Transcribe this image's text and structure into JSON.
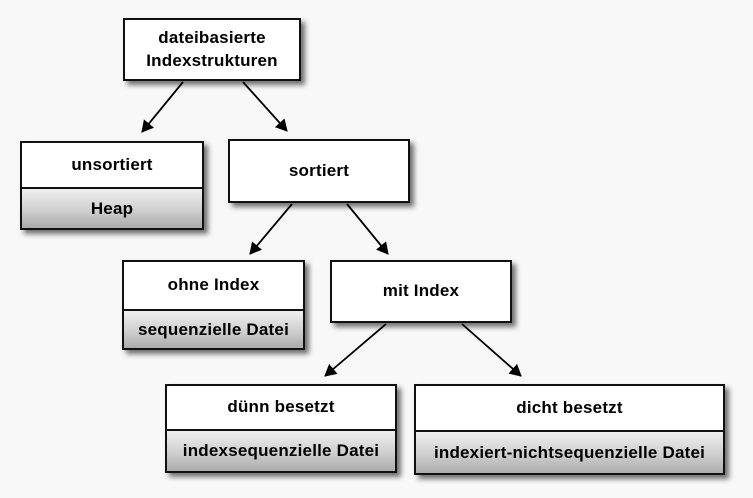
{
  "diagram": {
    "title": "dateibasierte Indexstrukturen (Baumdiagramm)",
    "nodes": {
      "root": {
        "title": "dateibasierte Indexstrukturen"
      },
      "unsorted": {
        "title": "unsortiert",
        "subtitle": "Heap"
      },
      "sorted": {
        "title": "sortiert"
      },
      "no_index": {
        "title": "ohne Index",
        "subtitle": "sequenzielle Datei"
      },
      "with_index": {
        "title": "mit Index"
      },
      "sparse": {
        "title": "dünn besetzt",
        "subtitle": "indexsequenzielle Datei"
      },
      "dense": {
        "title": "dicht besetzt",
        "subtitle": "indexiert-nichtsequenzielle Datei"
      }
    },
    "edges": [
      {
        "from": "root",
        "to": "unsorted"
      },
      {
        "from": "root",
        "to": "sorted"
      },
      {
        "from": "sorted",
        "to": "no_index"
      },
      {
        "from": "sorted",
        "to": "with_index"
      },
      {
        "from": "with_index",
        "to": "sparse"
      },
      {
        "from": "with_index",
        "to": "dense"
      }
    ],
    "colors": {
      "background": "#f8f8f8",
      "node_fill": "#ffffff",
      "node_border": "#101010",
      "subtitle_gradient_top": "#efefef",
      "subtitle_gradient_bottom": "#ababab",
      "edge": "#000000",
      "text": "#000000"
    }
  }
}
